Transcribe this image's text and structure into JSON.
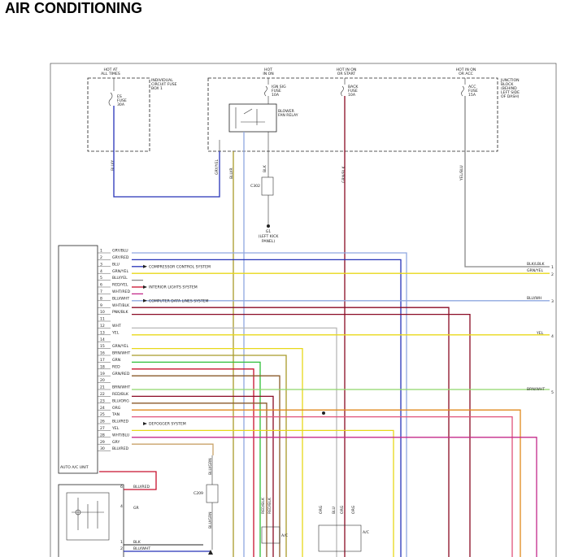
{
  "title": "AIR CONDITIONING",
  "power_headers": [
    {
      "line1": "HOT AT",
      "line2": "ALL TIMES"
    },
    {
      "line1": "HOT",
      "line2": "IN ON"
    },
    {
      "line1": "HOT IN ON",
      "line2": "OR START"
    },
    {
      "line1": "HOT IN ON",
      "line2": "OR ACC"
    }
  ],
  "fuse_box_individual": {
    "label_lines": [
      "INDIVIDUAL",
      "CIRCUIT FUSE",
      "BOX 1"
    ],
    "fuse_lines": [
      "ES",
      "FUSE",
      "30A"
    ]
  },
  "junction_block": {
    "label_lines": [
      "JUNCTION",
      "BLOCK",
      "(BEHIND",
      "LEFT SIDE",
      "OF DASH)"
    ]
  },
  "fuses": [
    {
      "lines": [
        "IGN SIG",
        "FUSE",
        "10A"
      ]
    },
    {
      "lines": [
        "BACK",
        "FUSE",
        "10A"
      ]
    },
    {
      "lines": [
        "ACC",
        "FUSE",
        "15A"
      ]
    }
  ],
  "relay": {
    "lines": [
      "BLOWER",
      "FAN RELAY"
    ]
  },
  "ground": {
    "lines": [
      "G1",
      "(LEFT KICK",
      "PANEL)"
    ]
  },
  "connector_c": "C302",
  "auto_ac_unit_label": "AUTO A/C UNIT",
  "vertical_labels": [
    "BLU/Y",
    "GRY/YEL",
    "BLU/R",
    "GRN/BLK",
    "YEL/BLU",
    "BLK"
  ],
  "pins": [
    {
      "n": "1",
      "wire": "GRY/BLU"
    },
    {
      "n": "2",
      "wire": "GRY/RED"
    },
    {
      "n": "3",
      "wire": "BLU",
      "dest": "COMPRESSOR CONTROL SYSTEM"
    },
    {
      "n": "4",
      "wire": "GRN/YEL"
    },
    {
      "n": "5",
      "wire": "BLU/YEL"
    },
    {
      "n": "6",
      "wire": "RED/YEL",
      "dest": "INTERIOR LIGHTS SYSTEM"
    },
    {
      "n": "7",
      "wire": "WHT/RED"
    },
    {
      "n": "8",
      "wire": "BLU/WHT",
      "dest": "COMPUTER DATA LINES SYSTEM"
    },
    {
      "n": "9",
      "wire": "WHT/BLK"
    },
    {
      "n": "10",
      "wire": "PNK/BLK"
    },
    {
      "n": "11",
      "wire": ""
    },
    {
      "n": "12",
      "wire": "WHT"
    },
    {
      "n": "13",
      "wire": "YEL"
    },
    {
      "n": "14",
      "wire": ""
    },
    {
      "n": "15",
      "wire": "GRN/YEL"
    },
    {
      "n": "16",
      "wire": "BRN/WHT"
    },
    {
      "n": "17",
      "wire": "GRN"
    },
    {
      "n": "18",
      "wire": "RED"
    },
    {
      "n": "19",
      "wire": "GRN/RED"
    },
    {
      "n": "20",
      "wire": ""
    },
    {
      "n": "21",
      "wire": "BRN/WHT"
    },
    {
      "n": "22",
      "wire": "RED/BLK"
    },
    {
      "n": "23",
      "wire": "BLU/ORG"
    },
    {
      "n": "24",
      "wire": "ORG"
    },
    {
      "n": "25",
      "wire": "TAN"
    },
    {
      "n": "26",
      "wire": "BLU/RED",
      "dest": "DEFOGGER SYSTEM"
    },
    {
      "n": "27",
      "wire": "YEL"
    },
    {
      "n": "28",
      "wire": "WHT/BLU"
    },
    {
      "n": "29",
      "wire": "GRY"
    },
    {
      "n": "30",
      "wire": "BLU/RED"
    }
  ],
  "right_labels": [
    {
      "text": "BLK/LBLK",
      "pin": "1"
    },
    {
      "text": "GRN/YEL",
      "pin": "2"
    },
    {
      "text": "BLU/WH",
      "pin": "3"
    },
    {
      "text": "YEL",
      "pin": "4"
    },
    {
      "text": "BRN/WHT",
      "pin": "5"
    }
  ],
  "motor_labels": [
    "BLU/RED",
    "GR",
    "BLK",
    "BLU/WHT"
  ],
  "motor_pins": [
    "6",
    "4",
    "1",
    "2"
  ],
  "bottom_labels": [
    "C209",
    "BLU/GRN",
    "A/C",
    "A/C"
  ],
  "bottom_wire_labels": [
    "RED/BLK",
    "RED/BLK",
    "ORG",
    "BLU",
    "ORG",
    "ORG"
  ],
  "colors": {
    "blue": "#2633b8",
    "yellow": "#e8d81a",
    "green": "#2fbf3a",
    "red": "#c8102e",
    "dark_red": "#8a0a24",
    "brown": "#8a5a2a",
    "orange": "#e08a1c",
    "pink": "#e0527a",
    "magenta": "#c42a8a",
    "gray": "#888888",
    "light_blue": "#8fa8e0",
    "tan": "#c9a36a",
    "olive": "#a99a2a",
    "light_green": "#8fd86a",
    "light_gray": "#b8b8b8",
    "black": "#222222"
  }
}
